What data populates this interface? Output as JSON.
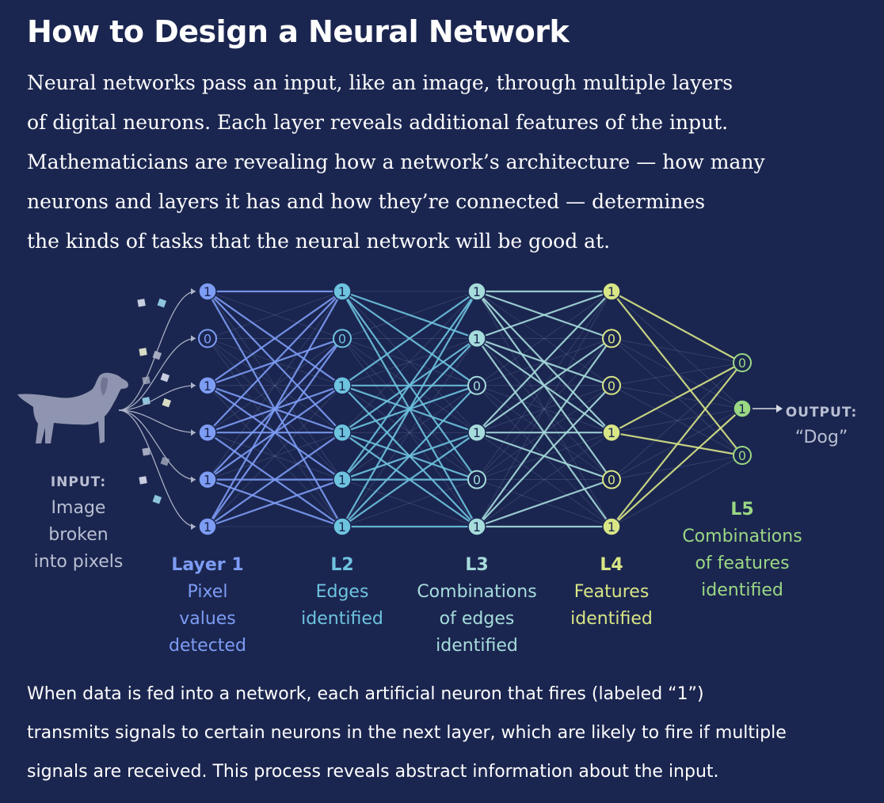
{
  "title": "How to Design a Neural Network",
  "intro": [
    "Neural networks pass an input, like an image, through multiple layers",
    "of digital neurons. Each layer reveals additional features of the input.",
    "Mathematicians are revealing how a network’s architecture — how many",
    "neurons and layers it has and how they’re connected — determines",
    "the kinds of tasks that the neural network will be good at."
  ],
  "input": {
    "heading": "INPUT:",
    "lines": [
      "Image",
      "broken",
      "into pixels"
    ]
  },
  "output": {
    "heading": "OUTPUT:",
    "value": "“Dog”"
  },
  "layers": [
    {
      "label": "Layer 1",
      "description": [
        "Pixel",
        "values",
        "detected"
      ],
      "color": "#7d9cf4",
      "neurons": [
        "1",
        "0",
        "1",
        "1",
        "1",
        "1"
      ]
    },
    {
      "label": "L2",
      "description": [
        "Edges",
        "identified"
      ],
      "color": "#6ec3df",
      "neurons": [
        "1",
        "0",
        "1",
        "1",
        "1",
        "1"
      ]
    },
    {
      "label": "L3",
      "description": [
        "Combinations",
        "of edges",
        "identified"
      ],
      "color": "#a6dcdc",
      "neurons": [
        "1",
        "1",
        "0",
        "1",
        "0",
        "1"
      ]
    },
    {
      "label": "L4",
      "description": [
        "Features",
        "identified"
      ],
      "color": "#d8e686",
      "neurons": [
        "1",
        "0",
        "0",
        "1",
        "0",
        "1"
      ]
    },
    {
      "label": "L5",
      "description": [
        "Combinations",
        "of features",
        "identified"
      ],
      "color": "#9bd884",
      "neurons": [
        "0",
        "1",
        "0"
      ]
    }
  ],
  "footer": [
    "When data is fed into a network, each artificial neuron that fires (labeled “1”)",
    "transmits signals to certain neurons in the next layer, which are likely to fire if multiple",
    "signals are received. This process reveals abstract information about the input."
  ],
  "icons": {
    "input_image": "dog-icon",
    "output_arrow": "arrow-right-icon"
  }
}
